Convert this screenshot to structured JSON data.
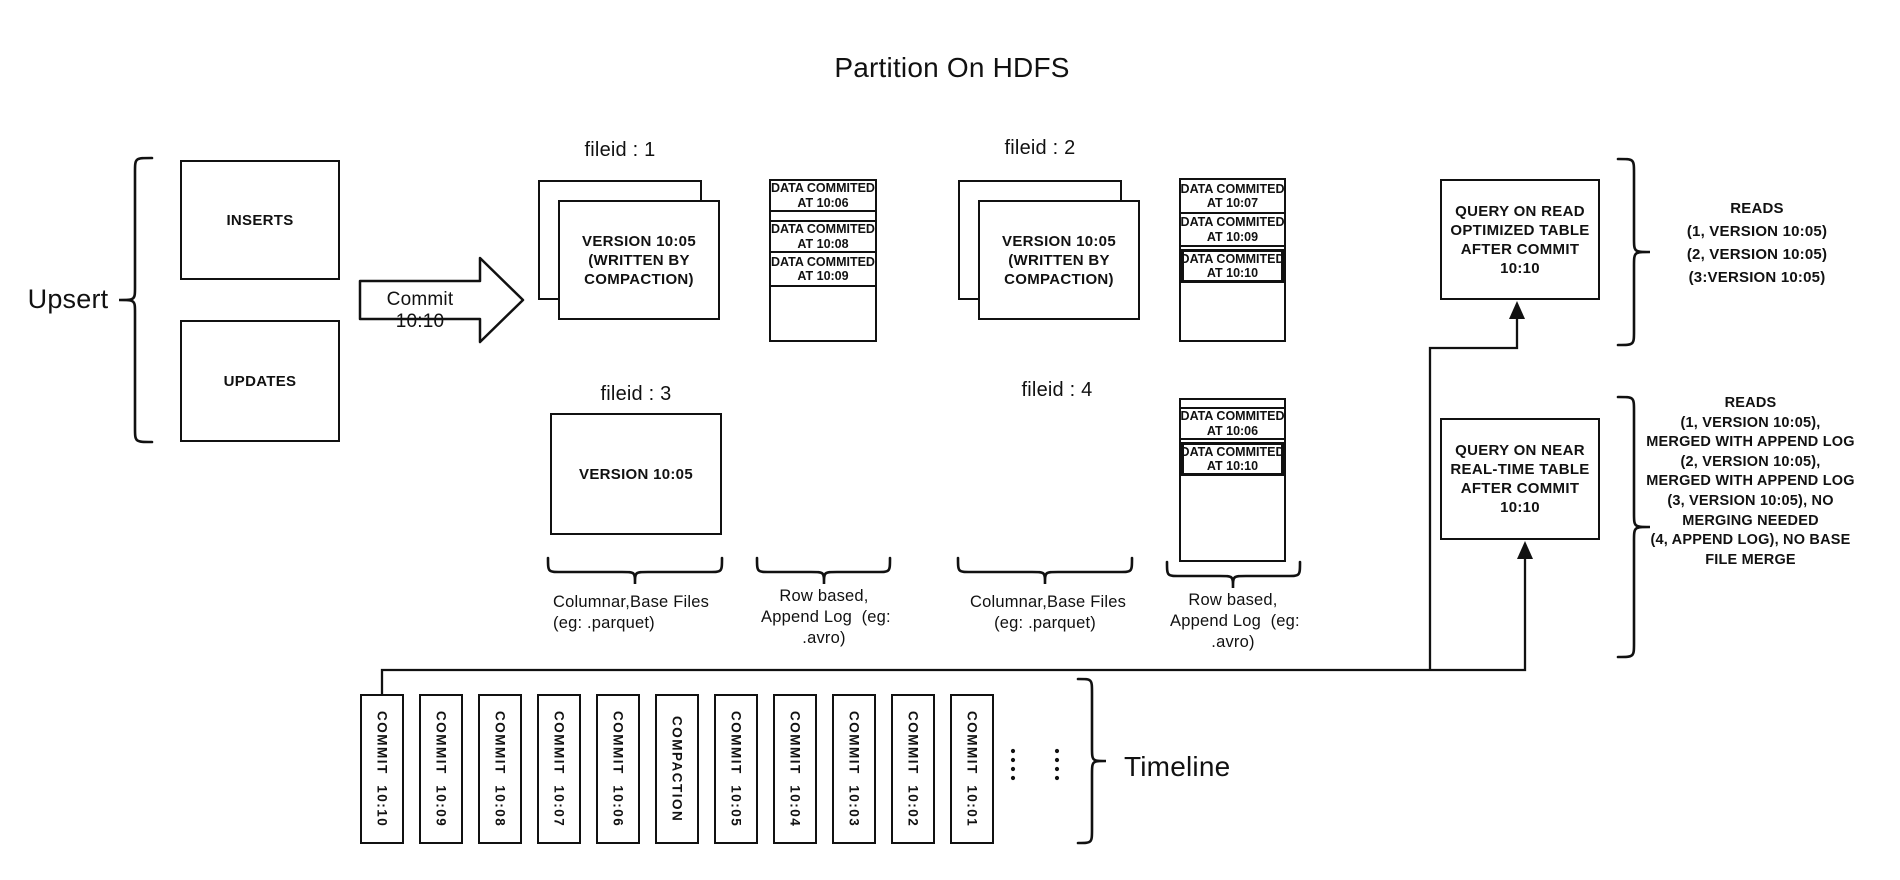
{
  "title": "Partition On HDFS",
  "upsert": {
    "label": "Upsert",
    "inserts": "INSERTS",
    "updates": "UPDATES",
    "commit_arrow": "Commit 10:10"
  },
  "filegroups": {
    "f1": {
      "label": "fileid : 1",
      "base_lines": [
        "VERSION 10:05",
        "(WRITTEN BY",
        "COMPACTION)"
      ]
    },
    "f2": {
      "label": "fileid : 2",
      "base_lines": [
        "VERSION 10:05",
        "(WRITTEN BY",
        "COMPACTION)"
      ]
    },
    "f3": {
      "label": "fileid : 3",
      "base": "VERSION 10:05"
    },
    "f4": {
      "label": "fileid : 4"
    }
  },
  "logs": {
    "log1": {
      "cells": [
        [
          "DATA COMMITED",
          "AT 10:06"
        ],
        [
          "DATA COMMITED",
          "AT 10:08"
        ],
        [
          "DATA COMMITED",
          "AT 10:09"
        ]
      ]
    },
    "log2": {
      "cells": [
        [
          "DATA COMMITED",
          "AT 10:07"
        ],
        [
          "DATA COMMITED",
          "AT 10:09"
        ],
        [
          "DATA COMMITED",
          "AT 10:10"
        ]
      ]
    },
    "log4": {
      "cells": [
        [
          "DATA COMMITED",
          "AT 10:06"
        ],
        [
          "DATA COMMITED",
          "AT 10:10"
        ]
      ]
    }
  },
  "brace_labels": {
    "columnar": [
      "Columnar,Base Files",
      "(eg: .parquet)"
    ],
    "rowbased": [
      "Row based,",
      "Append Log  (eg:",
      ".avro)"
    ]
  },
  "queries": {
    "read_optimized": {
      "box_lines": [
        "QUERY ON READ",
        "OPTIMIZED TABLE",
        "AFTER COMMIT",
        "10:10"
      ],
      "reads": [
        "READS",
        "(1, VERSION 10:05)",
        "(2, VERSION 10:05)",
        "(3:VERSION 10:05)"
      ]
    },
    "near_realtime": {
      "box_lines": [
        "QUERY ON NEAR",
        "REAL-TIME TABLE",
        "AFTER COMMIT",
        "10:10"
      ],
      "reads": [
        "READS",
        "(1, VERSION 10:05),",
        "MERGED WITH APPEND LOG",
        "(2, VERSION 10:05),",
        "MERGED WITH APPEND LOG",
        "(3, VERSION 10:05), NO",
        "MERGING NEEDED",
        "(4, APPEND LOG), NO BASE",
        "FILE MERGE"
      ]
    }
  },
  "timeline": {
    "label": "Timeline",
    "items": [
      "COMMIT  10:10",
      "COMMIT  10:09",
      "COMMIT  10:08",
      "COMMIT  10:07",
      "COMMIT  10:06",
      "COMPACTION",
      "COMMIT  10:05",
      "COMMIT  10:04",
      "COMMIT  10:03",
      "COMMIT  10:02",
      "COMMIT  10:01"
    ]
  }
}
